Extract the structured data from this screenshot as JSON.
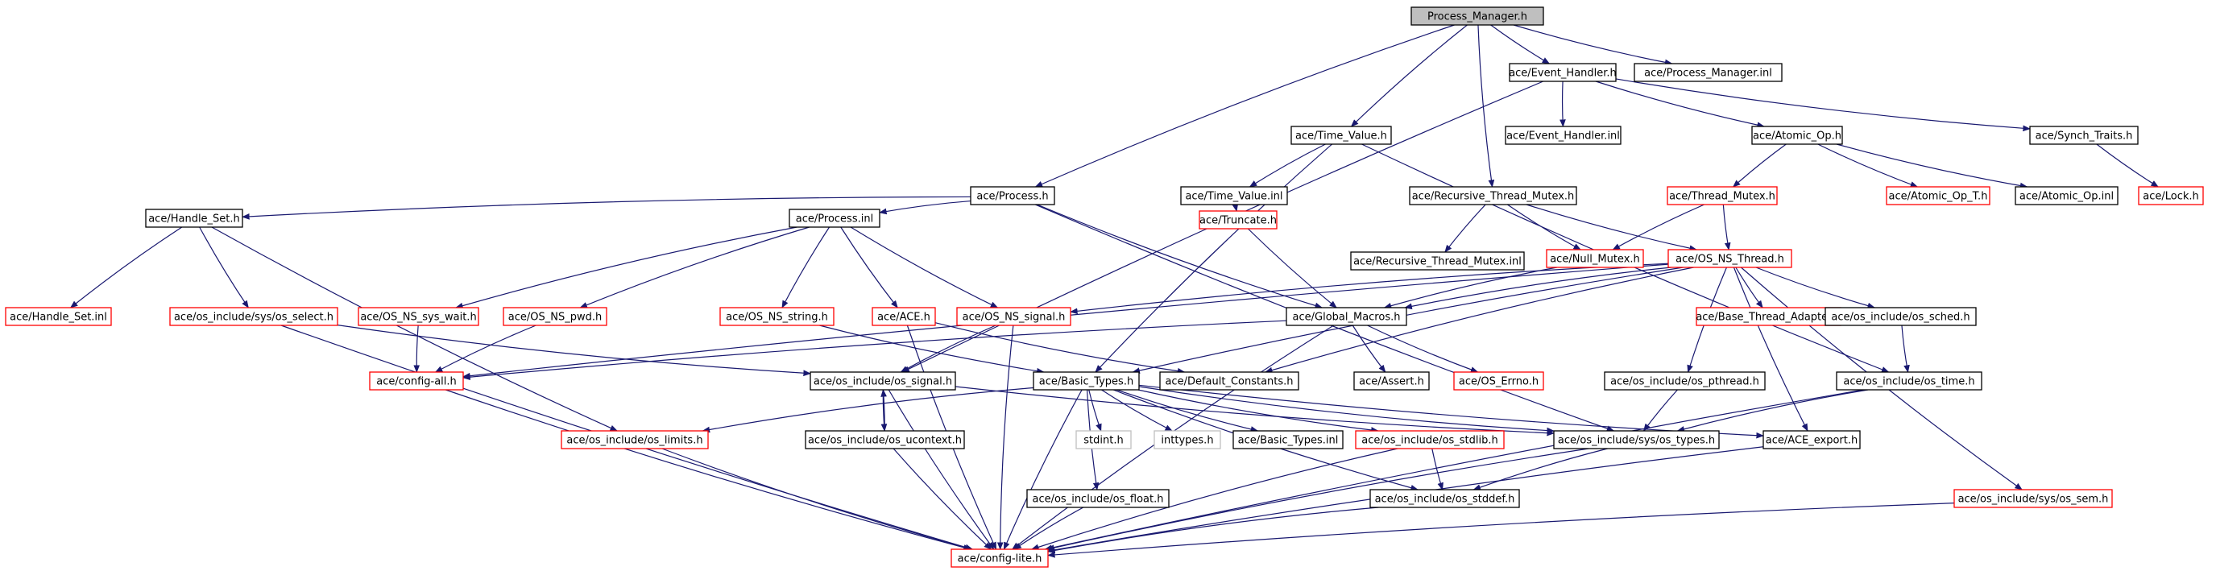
{
  "colors": {
    "edge": "#191970",
    "box_normal": "#000000",
    "box_truncated": "#ff0000",
    "box_external": "#bfbfbf",
    "root_fill": "#bfbfbf",
    "fill": "#ffffff"
  },
  "nodes": [
    {
      "id": "pm_h",
      "label": "Process_Manager.h",
      "style": "root"
    },
    {
      "id": "evh_h",
      "label": "ace/Event_Handler.h",
      "style": "normal"
    },
    {
      "id": "pm_inl",
      "label": "ace/Process_Manager.inl",
      "style": "normal"
    },
    {
      "id": "evh_inl",
      "label": "ace/Event_Handler.inl",
      "style": "normal"
    },
    {
      "id": "atomic_h",
      "label": "ace/Atomic_Op.h",
      "style": "normal"
    },
    {
      "id": "synch_traits",
      "label": "ace/Synch_Traits.h",
      "style": "normal"
    },
    {
      "id": "timevalue_h",
      "label": "ace/Time_Value.h",
      "style": "normal"
    },
    {
      "id": "thread_mutex",
      "label": "ace/Thread_Mutex.h",
      "style": "truncated"
    },
    {
      "id": "atomic_t",
      "label": "ace/Atomic_Op_T.h",
      "style": "truncated"
    },
    {
      "id": "atomic_inl",
      "label": "ace/Atomic_Op.inl",
      "style": "normal"
    },
    {
      "id": "lock_h",
      "label": "ace/Lock.h",
      "style": "truncated"
    },
    {
      "id": "process_h",
      "label": "ace/Process.h",
      "style": "normal"
    },
    {
      "id": "timevalue_inl",
      "label": "ace/Time_Value.inl",
      "style": "normal"
    },
    {
      "id": "rtm_h",
      "label": "ace/Recursive_Thread_Mutex.h",
      "style": "normal"
    },
    {
      "id": "handleset_h",
      "label": "ace/Handle_Set.h",
      "style": "normal"
    },
    {
      "id": "process_inl",
      "label": "ace/Process.inl",
      "style": "normal"
    },
    {
      "id": "truncate_h",
      "label": "ace/Truncate.h",
      "style": "truncated"
    },
    {
      "id": "rtm_inl",
      "label": "ace/Recursive_Thread_Mutex.inl",
      "style": "normal"
    },
    {
      "id": "null_mutex",
      "label": "ace/Null_Mutex.h",
      "style": "truncated"
    },
    {
      "id": "osns_thread",
      "label": "ace/OS_NS_Thread.h",
      "style": "truncated"
    },
    {
      "id": "handleset_inl",
      "label": "ace/Handle_Set.inl",
      "style": "truncated"
    },
    {
      "id": "os_select",
      "label": "ace/os_include/sys/os_select.h",
      "style": "truncated"
    },
    {
      "id": "osns_sys_wait",
      "label": "ace/OS_NS_sys_wait.h",
      "style": "truncated"
    },
    {
      "id": "osns_pwd",
      "label": "ace/OS_NS_pwd.h",
      "style": "truncated"
    },
    {
      "id": "osns_string",
      "label": "ace/OS_NS_string.h",
      "style": "truncated"
    },
    {
      "id": "ace_h",
      "label": "ace/ACE.h",
      "style": "truncated"
    },
    {
      "id": "osns_signal",
      "label": "ace/OS_NS_signal.h",
      "style": "truncated"
    },
    {
      "id": "global_macros",
      "label": "ace/Global_Macros.h",
      "style": "normal"
    },
    {
      "id": "base_thread_adapter",
      "label": "ace/Base_Thread_Adapter.h",
      "style": "truncated"
    },
    {
      "id": "os_sched",
      "label": "ace/os_include/os_sched.h",
      "style": "normal"
    },
    {
      "id": "config_all",
      "label": "ace/config-all.h",
      "style": "truncated"
    },
    {
      "id": "os_signal",
      "label": "ace/os_include/os_signal.h",
      "style": "normal"
    },
    {
      "id": "basic_types_h",
      "label": "ace/Basic_Types.h",
      "style": "normal"
    },
    {
      "id": "default_constants",
      "label": "ace/Default_Constants.h",
      "style": "normal"
    },
    {
      "id": "assert_h",
      "label": "ace/Assert.h",
      "style": "normal"
    },
    {
      "id": "os_errno",
      "label": "ace/OS_Errno.h",
      "style": "truncated"
    },
    {
      "id": "os_pthread",
      "label": "ace/os_include/os_pthread.h",
      "style": "normal"
    },
    {
      "id": "os_time",
      "label": "ace/os_include/os_time.h",
      "style": "normal"
    },
    {
      "id": "os_limits",
      "label": "ace/os_include/os_limits.h",
      "style": "truncated"
    },
    {
      "id": "os_ucontext",
      "label": "ace/os_include/os_ucontext.h",
      "style": "normal"
    },
    {
      "id": "stdint_h",
      "label": "stdint.h",
      "style": "external"
    },
    {
      "id": "inttypes_h",
      "label": "inttypes.h",
      "style": "external"
    },
    {
      "id": "basic_types_inl",
      "label": "ace/Basic_Types.inl",
      "style": "normal"
    },
    {
      "id": "os_stdlib",
      "label": "ace/os_include/os_stdlib.h",
      "style": "truncated"
    },
    {
      "id": "os_types",
      "label": "ace/os_include/sys/os_types.h",
      "style": "normal"
    },
    {
      "id": "ace_export",
      "label": "ace/ACE_export.h",
      "style": "normal"
    },
    {
      "id": "os_float",
      "label": "ace/os_include/os_float.h",
      "style": "normal"
    },
    {
      "id": "os_stddef",
      "label": "ace/os_include/os_stddef.h",
      "style": "normal"
    },
    {
      "id": "os_sem",
      "label": "ace/os_include/sys/os_sem.h",
      "style": "truncated"
    },
    {
      "id": "config_lite",
      "label": "ace/config-lite.h",
      "style": "truncated"
    }
  ],
  "edges": [
    [
      "pm_h",
      "evh_h"
    ],
    [
      "pm_h",
      "pm_inl"
    ],
    [
      "pm_h",
      "timevalue_h"
    ],
    [
      "pm_h",
      "rtm_h"
    ],
    [
      "pm_h",
      "process_h"
    ],
    [
      "evh_h",
      "evh_inl"
    ],
    [
      "evh_h",
      "atomic_h"
    ],
    [
      "evh_h",
      "synch_traits"
    ],
    [
      "evh_h",
      "os_signal"
    ],
    [
      "atomic_h",
      "thread_mutex"
    ],
    [
      "atomic_h",
      "atomic_t"
    ],
    [
      "atomic_h",
      "atomic_inl"
    ],
    [
      "synch_traits",
      "lock_h"
    ],
    [
      "timevalue_h",
      "timevalue_inl"
    ],
    [
      "timevalue_h",
      "basic_types_h"
    ],
    [
      "timevalue_h",
      "os_time"
    ],
    [
      "timevalue_inl",
      "truncate_h"
    ],
    [
      "thread_mutex",
      "null_mutex"
    ],
    [
      "thread_mutex",
      "osns_thread"
    ],
    [
      "rtm_h",
      "rtm_inl"
    ],
    [
      "rtm_h",
      "null_mutex"
    ],
    [
      "rtm_h",
      "osns_thread"
    ],
    [
      "null_mutex",
      "global_macros"
    ],
    [
      "truncate_h",
      "global_macros"
    ],
    [
      "process_h",
      "handleset_h"
    ],
    [
      "process_h",
      "process_inl"
    ],
    [
      "process_h",
      "global_macros"
    ],
    [
      "process_h",
      "os_types"
    ],
    [
      "handleset_h",
      "handleset_inl"
    ],
    [
      "handleset_h",
      "os_select"
    ],
    [
      "handleset_h",
      "os_limits"
    ],
    [
      "process_inl",
      "osns_sys_wait"
    ],
    [
      "process_inl",
      "osns_pwd"
    ],
    [
      "process_inl",
      "osns_string"
    ],
    [
      "process_inl",
      "ace_h"
    ],
    [
      "process_inl",
      "osns_signal"
    ],
    [
      "osns_sys_wait",
      "config_all"
    ],
    [
      "osns_pwd",
      "config_all"
    ],
    [
      "osns_string",
      "basic_types_h"
    ],
    [
      "ace_h",
      "default_constants"
    ],
    [
      "ace_h",
      "config_lite"
    ],
    [
      "osns_signal",
      "os_signal"
    ],
    [
      "osns_signal",
      "config_lite"
    ],
    [
      "os_select",
      "os_signal"
    ],
    [
      "os_select",
      "config_lite"
    ],
    [
      "config_all",
      "config_lite"
    ],
    [
      "osns_thread",
      "global_macros"
    ],
    [
      "osns_thread",
      "osns_signal"
    ],
    [
      "osns_thread",
      "base_thread_adapter"
    ],
    [
      "osns_thread",
      "os_sched"
    ],
    [
      "osns_thread",
      "os_pthread"
    ],
    [
      "osns_thread",
      "ace_export"
    ],
    [
      "osns_thread",
      "os_sem"
    ],
    [
      "osns_thread",
      "basic_types_h"
    ],
    [
      "osns_thread",
      "default_constants"
    ],
    [
      "osns_thread",
      "config_all"
    ],
    [
      "global_macros",
      "assert_h"
    ],
    [
      "global_macros",
      "os_errno"
    ],
    [
      "global_macros",
      "config_lite"
    ],
    [
      "global_macros",
      "config_all"
    ],
    [
      "os_sched",
      "os_time"
    ],
    [
      "os_signal",
      "os_ucontext"
    ],
    [
      "os_signal",
      "os_types"
    ],
    [
      "os_signal",
      "config_lite"
    ],
    [
      "os_ucontext",
      "os_signal"
    ],
    [
      "os_ucontext",
      "config_lite"
    ],
    [
      "basic_types_h",
      "stdint_h"
    ],
    [
      "basic_types_h",
      "inttypes_h"
    ],
    [
      "basic_types_h",
      "basic_types_inl"
    ],
    [
      "basic_types_h",
      "os_limits"
    ],
    [
      "basic_types_h",
      "os_float"
    ],
    [
      "basic_types_h",
      "os_stdlib"
    ],
    [
      "basic_types_h",
      "os_types"
    ],
    [
      "basic_types_h",
      "ace_export"
    ],
    [
      "basic_types_h",
      "config_lite"
    ],
    [
      "basic_types_h",
      "os_stddef"
    ],
    [
      "os_pthread",
      "os_types"
    ],
    [
      "os_time",
      "os_types"
    ],
    [
      "os_time",
      "config_lite"
    ],
    [
      "os_limits",
      "config_lite"
    ],
    [
      "os_stdlib",
      "os_stddef"
    ],
    [
      "os_stdlib",
      "config_lite"
    ],
    [
      "os_types",
      "os_stddef"
    ],
    [
      "os_types",
      "config_lite"
    ],
    [
      "ace_export",
      "config_lite"
    ],
    [
      "os_float",
      "config_lite"
    ],
    [
      "os_stddef",
      "config_lite"
    ],
    [
      "os_sem",
      "config_lite"
    ]
  ]
}
